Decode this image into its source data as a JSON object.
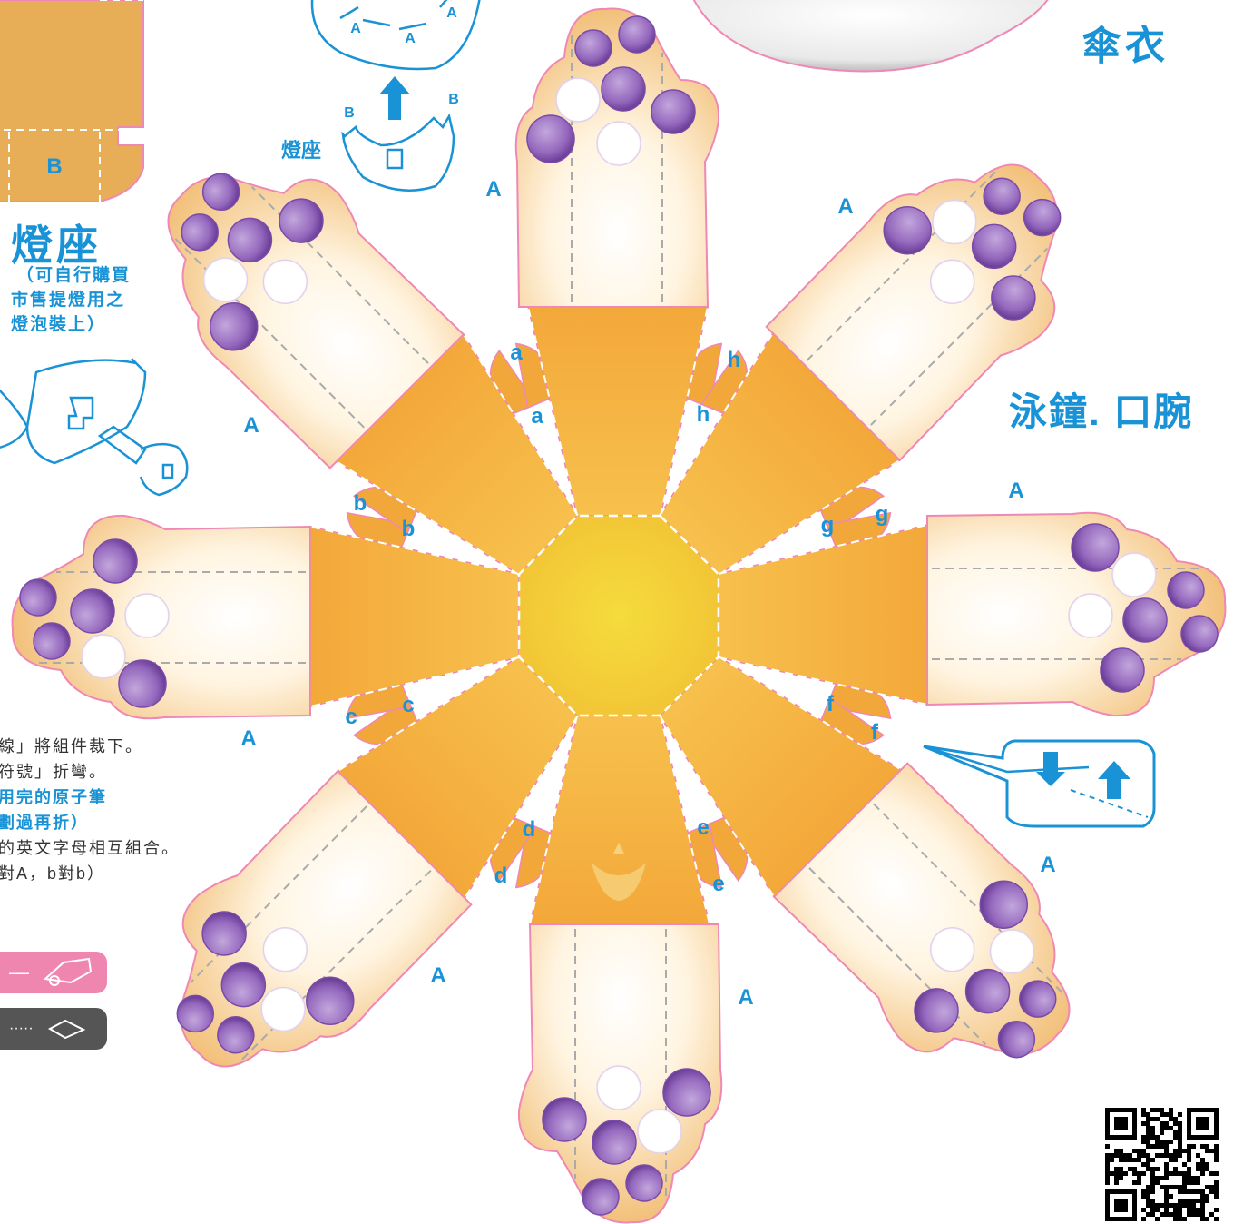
{
  "titles": {
    "lamp_base": "燈座",
    "umbrella": "傘衣",
    "sleeves": "泳鐘. 口腕",
    "base_small": "燈座"
  },
  "lamp_note": [
    "（可自行購買",
    "市售提燈用之",
    "燈泡裝上）"
  ],
  "instructions": {
    "line1": "線」將組件裁下。",
    "line2": "符號」折彎。",
    "line3": "用完的原子筆",
    "line4": "劃過再折）",
    "line5": "的英文字母相互組合。",
    "line6": "對A，b對b）"
  },
  "labels": {
    "A": "A",
    "B": "B",
    "tabs": [
      "a",
      "a",
      "h",
      "h",
      "g",
      "g",
      "f",
      "f",
      "e",
      "e",
      "d",
      "d",
      "c",
      "c",
      "b",
      "b"
    ]
  },
  "legend": {
    "cut_glyph": "—",
    "fold_glyph": "·····"
  },
  "colors": {
    "accent_blue": "#1a93d6",
    "petal_orange": "#f2a73a",
    "center_yellow": "#f3d23c",
    "arm_cream": "#fbe3b8",
    "outline_pink": "#ef88b4",
    "dot_purple": "#9a6fc0",
    "legend_pink": "#ef86b0",
    "legend_gray": "#555555"
  },
  "icons": [
    "arrow-up-icon",
    "fold-guide-icon",
    "qr-code-icon",
    "logo-icon",
    "scissors-icon",
    "fold-icon"
  ]
}
